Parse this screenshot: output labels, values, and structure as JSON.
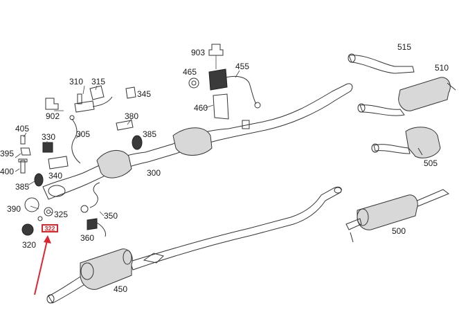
{
  "labels": {
    "p903": "903",
    "p515": "515",
    "p465": "465",
    "p455": "455",
    "p510": "510",
    "p310": "310",
    "p315": "315",
    "p345": "345",
    "p902": "902",
    "p460": "460",
    "p405": "405",
    "p380": "380",
    "p305": "305",
    "p330": "330",
    "p385a": "385",
    "p395": "395",
    "p400": "400",
    "p340": "340",
    "p385b": "385",
    "p505": "505",
    "p300": "300",
    "p390": "390",
    "p325": "325",
    "p350": "350",
    "p322": "322",
    "p500": "500",
    "p320": "320",
    "p360": "360",
    "p450": "450"
  },
  "colors": {
    "highlight": "#e0242b",
    "line": "#333333",
    "fill": "#d8d8d8"
  }
}
